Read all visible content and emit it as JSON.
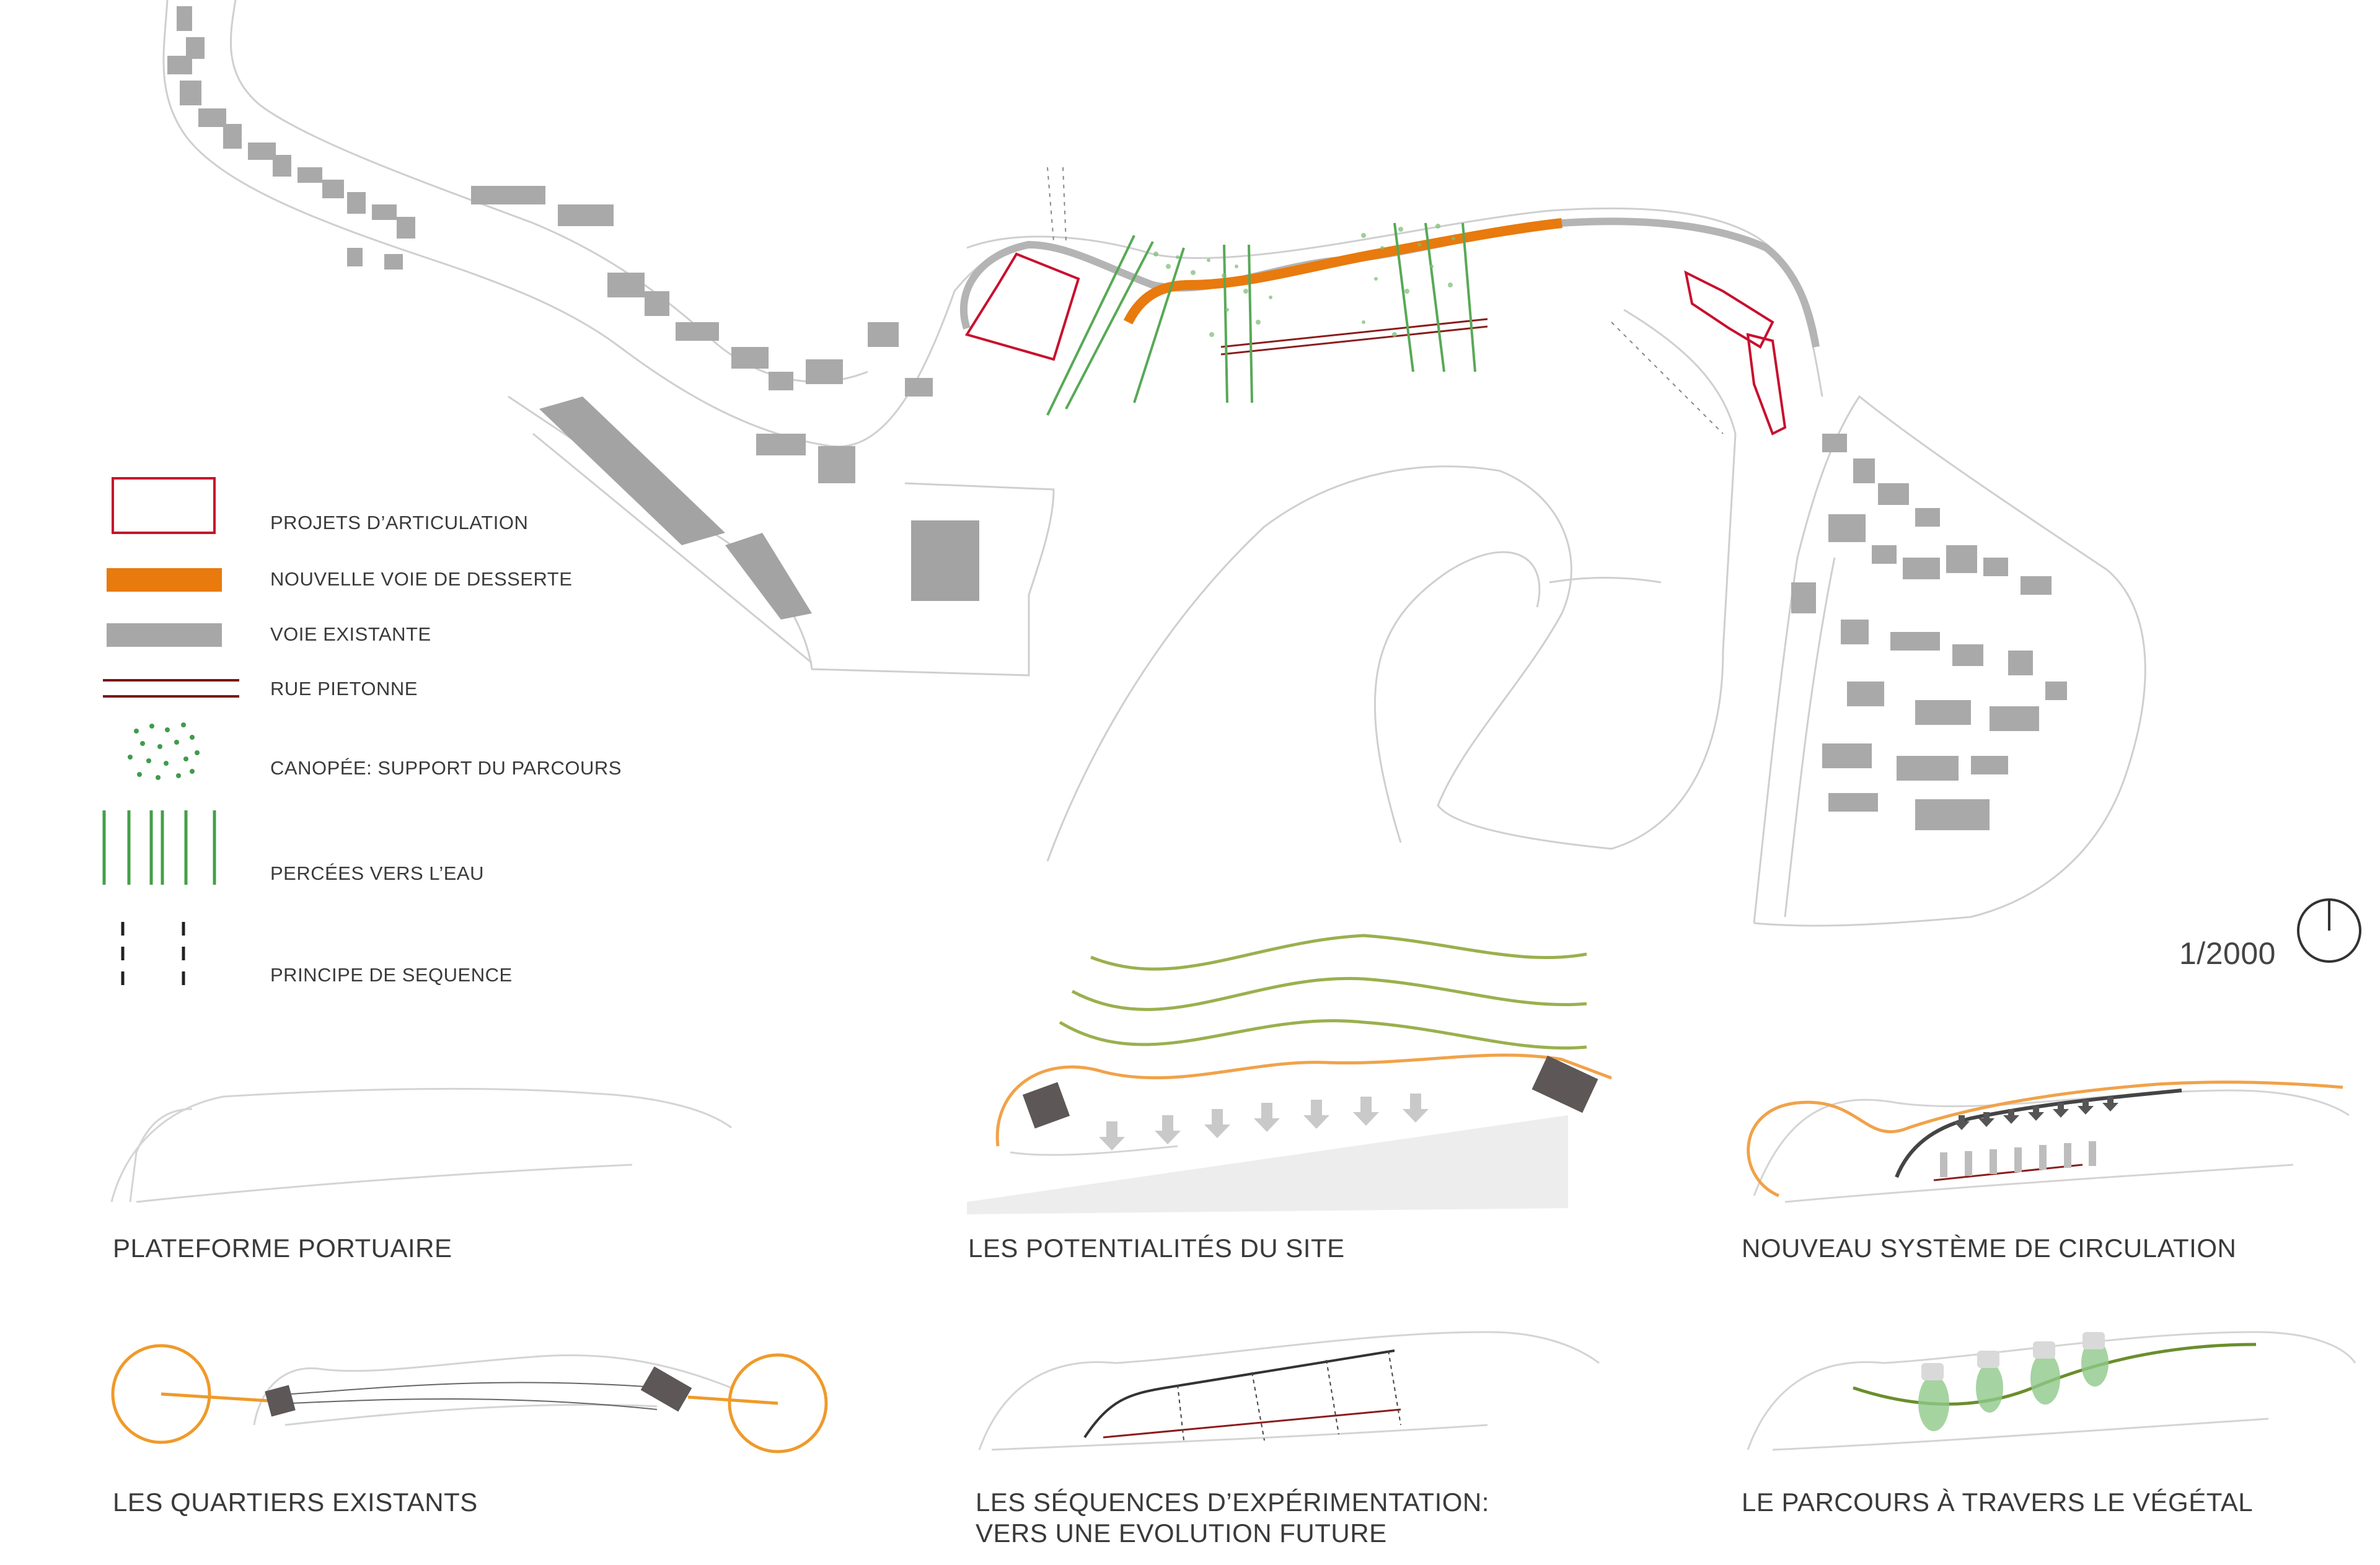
{
  "legend": {
    "items": [
      {
        "key": "projets",
        "label": "PROJETS D’ARTICULATION",
        "color": "#c8102e"
      },
      {
        "key": "nouvelle",
        "label": "NOUVELLE VOIE DE DESSERTE",
        "color": "#e87a0e"
      },
      {
        "key": "existante",
        "label": "VOIE EXISTANTE",
        "color": "#a7a7a7"
      },
      {
        "key": "pietonne",
        "label": "RUE PIETONNE",
        "color": "#7a1010"
      },
      {
        "key": "canopee",
        "label": "CANOPÉE: SUPPORT DU PARCOURS",
        "color": "#3f9b4c"
      },
      {
        "key": "percees",
        "label": "PERCÉES VERS L’EAU",
        "color": "#43a047"
      },
      {
        "key": "sequence",
        "label": "PRINCIPE DE SEQUENCE",
        "color": "#222222"
      }
    ]
  },
  "scale": {
    "text": "1/2000",
    "icon": "north-arrow-icon"
  },
  "diagrams": [
    {
      "key": "d1",
      "title": "PLATEFORME PORTUAIRE"
    },
    {
      "key": "d2",
      "title": "LES POTENTIALITÉS DU SITE"
    },
    {
      "key": "d3",
      "title": "NOUVEAU SYSTÈME DE CIRCULATION"
    },
    {
      "key": "d4",
      "title": "LES QUARTIERS EXISTANTS"
    },
    {
      "key": "d5",
      "title": "LES SÉQUENCES D’EXPÉRIMENTATION:",
      "title2": "VERS UNE EVOLUTION FUTURE"
    },
    {
      "key": "d6",
      "title": "LE PARCOURS À TRAVERS LE VÉGÉTAL"
    }
  ],
  "colors": {
    "building": "#a9a9a9",
    "outline": "#cfcfcf",
    "orange": "#e87a0e",
    "red": "#c8102e",
    "green": "#43a047",
    "olive": "#8fa84a",
    "dark": "#5a5555"
  }
}
